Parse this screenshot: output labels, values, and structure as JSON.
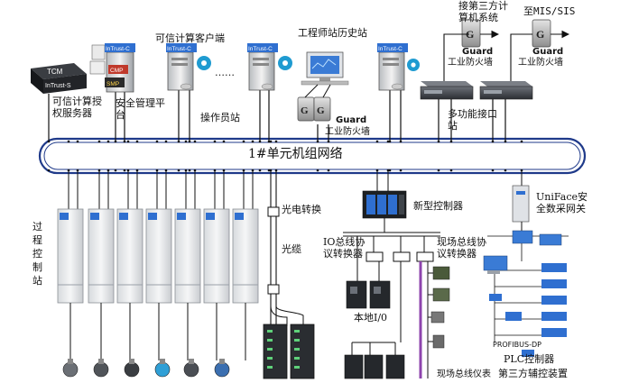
{
  "network": {
    "ring_label": "1#单元机组网络",
    "colors": {
      "ring": "#1f3a8a",
      "ring_fill": "#ffffff",
      "cabinet": "#e9ecef",
      "panel_blue": "#2f6fd0",
      "bus": "#111111"
    }
  },
  "top": {
    "tcm_box": {
      "title": "TCM",
      "subtitle": "InTrust-S"
    },
    "trusted_auth_server": "可信计算授权服务器",
    "mgmt_platform": "安全管理平台",
    "trusted_clients": "可信计算客户端",
    "ellipsis": "……",
    "operator_stations": "操作员站",
    "engineer_history": "工程师站历史站",
    "intrust_tag": "InTrust-C",
    "cmp_tag": "CMP",
    "smp_tag": "SMP",
    "guard_word": "Guard",
    "industrial_firewall": "工业防火墙",
    "third_party": "接第三方计算机系统",
    "mis_sis": "至MIS/SIS",
    "multi_interface": "多功能接口站"
  },
  "bottom": {
    "process_control": "过程控制站",
    "optical_converter": "光电转换",
    "fiber": "光缆",
    "new_controller": "新型控制器",
    "io_bus_converter": "IO总线协议转换器",
    "fieldbus_converter": "现场总线协议转换器",
    "local_io": "本地I/0",
    "uniface": "UniFace安全数采网关",
    "profibus": "PROFIBUS-DP",
    "plc": "PLC控制器",
    "third_aux": "第三方辅控装置",
    "field_bus_instr": "现场总线仪表"
  }
}
